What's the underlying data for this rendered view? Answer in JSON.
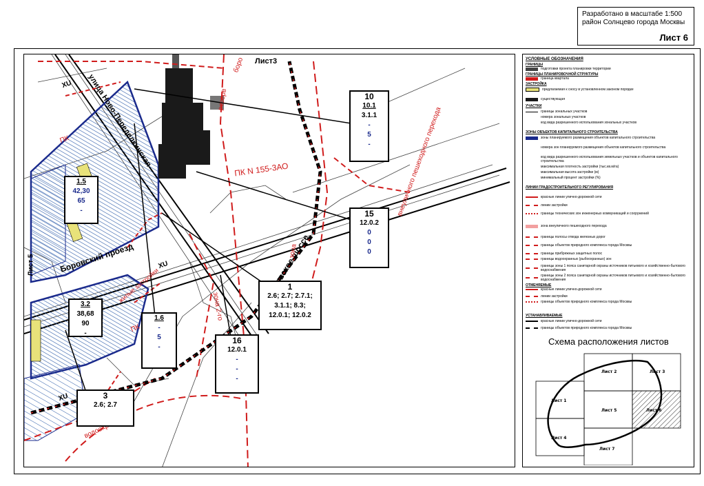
{
  "title_block": {
    "line1": "Разработано в масштабе 1:500",
    "line2": "район Солнцево города Москвы",
    "sheet": "Лист 6"
  },
  "map": {
    "sheet_ref_top": "Лист3",
    "sheet_ref_left": "Лист 5",
    "road_borovskoy_shosse": "Боровское шоссе",
    "road_borovskoy_proezd": "Боровский проезд",
    "street_new_peredelkino": "улица Ново-Переделкинская",
    "pk_155": "ПК N 155-3АО",
    "pk_left": "ПК",
    "pk_left2": "ПК",
    "zone_label_1": "внеуличного пешеходного перехода",
    "zone_label_2": "зона 2-го",
    "zone_label_3": "зона",
    "zone_label_4": "жилые застройки",
    "zone_label_5": "водоохранная",
    "zone_label_6": "боро",
    "zone_label_7": "резерв",
    "xu_1": "ХU",
    "xu_2": "ХU",
    "xu_3": "ХU",
    "callouts": [
      {
        "id": "10",
        "lines": [
          "10.1",
          "3.1.1",
          "-",
          "5",
          "-"
        ]
      },
      {
        "id": "15",
        "lines": [
          "12.0.2",
          "0",
          "0",
          "0"
        ]
      },
      {
        "id": "1",
        "lines": [
          "2.6; 2.7; 2.7.1;",
          "3.1.1; 8.3;",
          "12.0.1; 12.0.2"
        ]
      },
      {
        "id": "16",
        "lines": [
          "12.0.1",
          "-",
          "-",
          "-"
        ]
      },
      {
        "id": "3",
        "lines": [
          "2.6; 2.7"
        ]
      },
      {
        "id": "",
        "lines": [
          "1.5",
          "42,30",
          "65",
          "-"
        ]
      },
      {
        "id": "",
        "lines": [
          "3.2",
          "38,68",
          "90",
          "-"
        ]
      },
      {
        "id": "",
        "lines": [
          "1.6",
          "-",
          "5",
          "-"
        ]
      }
    ]
  },
  "legend": {
    "title": "УСЛОВНЫЕ ОБОЗНАЧЕНИЯ",
    "sections": [
      {
        "head": "ГРАНИЦЫ",
        "items": [
          "подготовки проекта планировки территории"
        ]
      },
      {
        "head": "ГРАНИЦЫ ПЛАНИРОВОЧНОЙ СТРУКТУРЫ",
        "items": [
          "граница квартала"
        ]
      },
      {
        "head": "ЗАСТРОЙКА",
        "items": [
          "предлагаемая к сносу в установленном законом порядке",
          "существующая"
        ]
      },
      {
        "head": "УЧАСТКИ",
        "items": [
          "границы зональных участков",
          "номера зональных участков",
          "код вида разрешенного использования зональных участков"
        ]
      },
      {
        "head": "ЗОНЫ ОБЪЕКТОВ КАПИТАЛЬНОГО СТРОИТЕЛЬСТВА",
        "items": [
          "зоны планируемого размещения объектов капитального строительства",
          "номера зон планируемого размещения объектов капитального строительства",
          "код вида разрешенного использования земельных участков и объектов капитального строительства",
          "максимальная плотность застройки (тыс.кв.м/га)",
          "максимальная высота застройки (м)",
          "минимальный процент застройки (%)"
        ]
      },
      {
        "head": "ЛИНИИ ГРАДОСТРОИТЕЛЬНОГО РЕГУЛИРОВАНИЯ",
        "items": [
          "красные линии улично-дорожной сети",
          "линии застройки",
          "границы технических зон инженерных коммуникаций и сооружений",
          "зона внеуличного пешеходного перехода",
          "границы полосы отвода железных дорог",
          "границы объектов природного комплекса города Москвы",
          "границы прибрежных защитных полос",
          "границы водоохранных (рыбоохранных) зон",
          "границы зоны 1 пояса санитарной охраны источников питьевого и хозяйственно-бытового водоснабжения",
          "границы зоны 2 пояса санитарной охраны источников питьевого и хозяйственно-бытового водоснабжения"
        ]
      },
      {
        "head": "ОТМЕНЯЕМЫЕ",
        "items": [
          "красные линии улично-дорожной сети",
          "линии застройки",
          "границы объектов природного комплекса города Москвы"
        ]
      },
      {
        "head": "УСТАНАВЛИВАЕМЫЕ",
        "items": [
          "красные линии улично-дорожной сети",
          "границы объектов природного комплекса города Москвы"
        ]
      }
    ],
    "schema_title": "Схема расположения листов",
    "sheets": [
      "Лист 1",
      "Лист 2",
      "Лист 3",
      "Лист 4",
      "Лист 5",
      "Лист 6",
      "Лист 7"
    ]
  },
  "colors": {
    "red_line": "#d01b1b",
    "blue_zone": "#1a2a8c",
    "hatch": "#2a5aa8",
    "demolition": "#e8e27a",
    "building": "#1a1a1a"
  }
}
